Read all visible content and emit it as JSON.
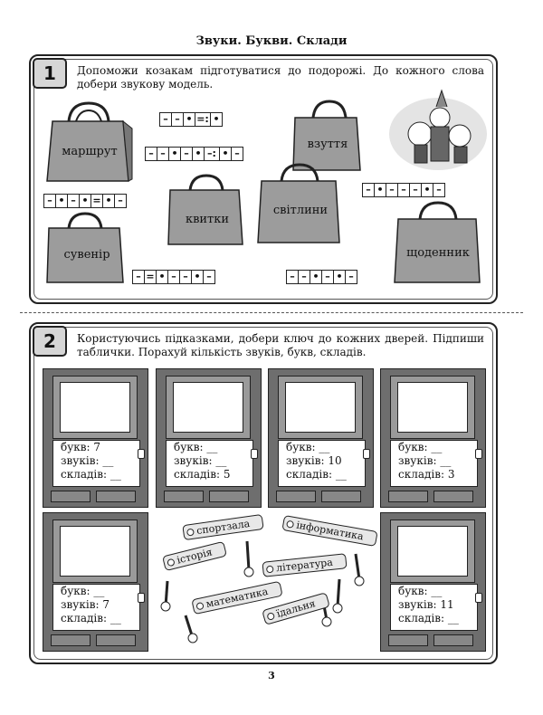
{
  "title": "Звуки. Букви. Склади",
  "task1": {
    "number": "1",
    "instruction": "Допоможи козакам підготуватися до подорожі. До кожного слова добери звукову модель.",
    "bags": [
      "маршрут",
      "взуття",
      "квитки",
      "світлини",
      "сувенір",
      "щоденник"
    ],
    "models": [
      [
        "–",
        "–",
        "•",
        "=:",
        "•"
      ],
      [
        "–",
        "–",
        "•",
        "–",
        "•",
        "–:",
        "•",
        "–"
      ],
      [
        "–",
        "•",
        "–",
        "•",
        "=",
        "•",
        "–"
      ],
      [
        "–",
        "•",
        "–",
        "–",
        "–",
        "•",
        "–"
      ],
      [
        "–",
        "=",
        "•",
        "–",
        "–",
        "•",
        "–"
      ],
      [
        "–",
        "–",
        "•",
        "–",
        "•",
        "–"
      ]
    ]
  },
  "task2": {
    "number": "2",
    "instruction": "Користуючись підказками, добери ключ до кожних дверей. Підпиши таблички. Порахуй кількість звуків, букв, складів.",
    "doors": [
      {
        "l1": "букв: 7",
        "l2": "звуків: __",
        "l3": "складів: __"
      },
      {
        "l1": "букв: __",
        "l2": "звуків: __",
        "l3": "складів: 5"
      },
      {
        "l1": "букв: __",
        "l2": "звуків: 10",
        "l3": "складів: __"
      },
      {
        "l1": "букв: __",
        "l2": "звуків: __",
        "l3": "складів: 3"
      },
      {
        "l1": "букв: __",
        "l2": "звуків: 7",
        "l3": "складів: __"
      },
      {
        "l1": "букв: __",
        "l2": "звуків: 11",
        "l3": "складів: __"
      }
    ],
    "keys": [
      "спортзала",
      "інформатика",
      "історія",
      "література",
      "математика",
      "їдальня"
    ]
  },
  "page_number": "3"
}
